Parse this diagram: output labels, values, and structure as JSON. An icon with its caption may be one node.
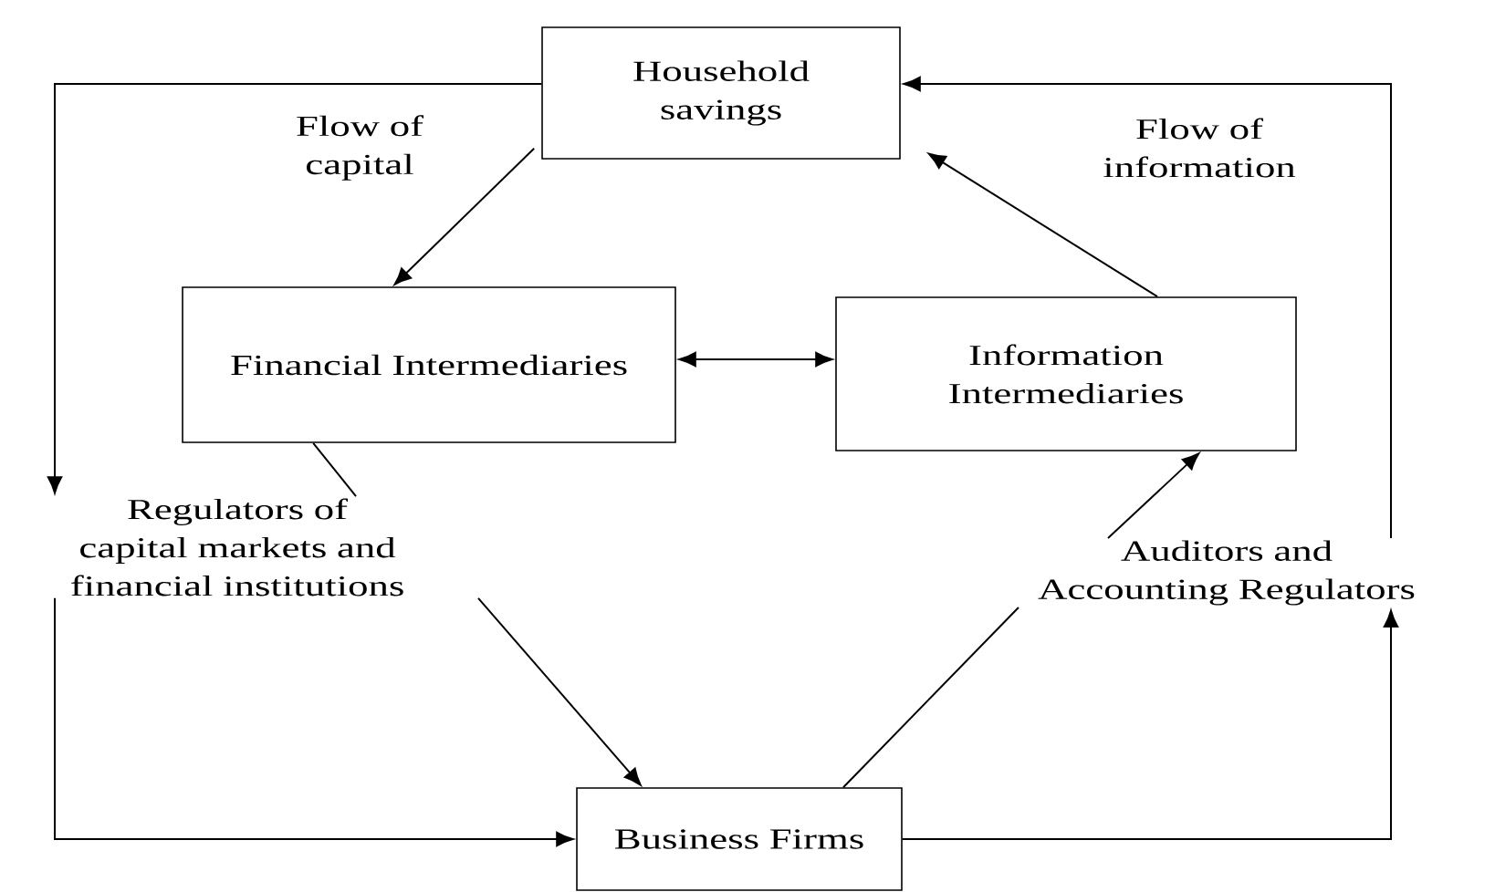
{
  "diagram": {
    "nodes": [
      {
        "text": [
          "Household savings"
        ]
      },
      {
        "text": [
          "Financial Intermediaries"
        ]
      },
      {
        "text": [
          "Information Intermediaries"
        ]
      },
      {
        "text": [
          "Regulators of capital markets and financial institutions"
        ]
      },
      {
        "text": [
          "Auditors and Accounting Regulators"
        ]
      },
      {
        "text": [
          "Business Firms"
        ]
      }
    ],
    "edges": [
      {
        "from": 0,
        "to": 3,
        "arrow": "to"
      },
      {
        "from": 3,
        "to": 5,
        "arrow": "to"
      },
      {
        "from": 5,
        "to": 4,
        "arrow": "to"
      },
      {
        "from": 4,
        "to": 0,
        "arrow": "to"
      },
      {
        "from": 0,
        "to": 1,
        "arrow": "to"
      },
      {
        "from": 1,
        "to": 2,
        "arrow": "both"
      },
      {
        "from": 2,
        "to": 0,
        "arrow": "to"
      },
      {
        "from": 1,
        "to": 3,
        "arrow": "none"
      },
      {
        "from": 3,
        "to": 5,
        "arrow": "to"
      },
      {
        "from": 5,
        "to": 4,
        "arrow": "none"
      },
      {
        "from": 4,
        "to": 2,
        "arrow": "to"
      }
    ],
    "labels": [
      "Flow of capital",
      "Flow of information"
    ]
  }
}
